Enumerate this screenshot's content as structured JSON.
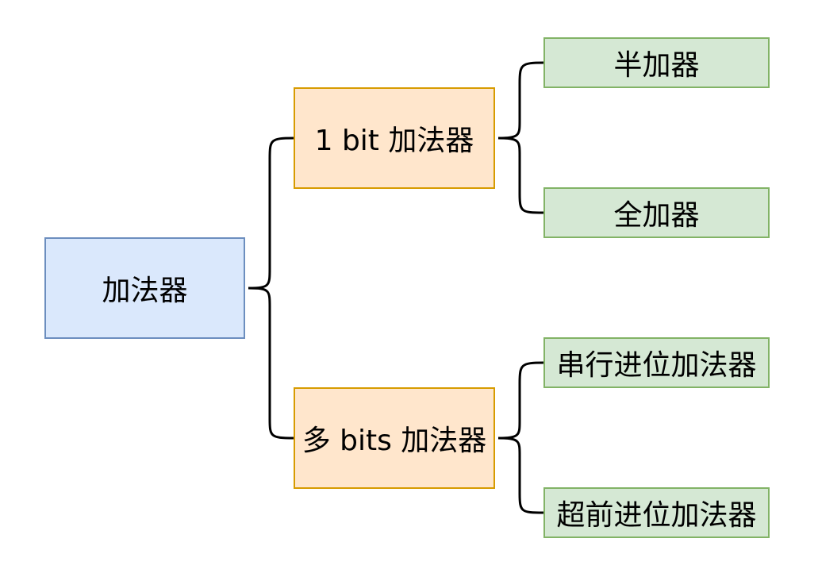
{
  "colors": {
    "root_fill": "#dae8fc",
    "root_border": "#6c8ebf",
    "mid_fill": "#ffe6cc",
    "mid_border": "#d79b00",
    "leaf_fill": "#d5e8d4",
    "leaf_border": "#82b366",
    "connector": "#000000"
  },
  "diagram": {
    "root": {
      "label": "加法器"
    },
    "branches": [
      {
        "label": "1 bit 加法器",
        "children": [
          {
            "label": "半加器"
          },
          {
            "label": "全加器"
          }
        ]
      },
      {
        "label": "多 bits 加法器",
        "children": [
          {
            "label": "串行进位加法器"
          },
          {
            "label": "超前进位加法器"
          }
        ]
      }
    ]
  }
}
